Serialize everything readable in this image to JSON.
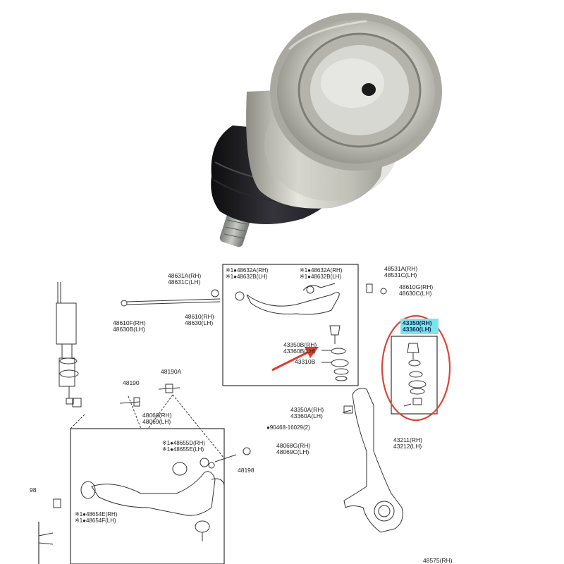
{
  "colors": {
    "highlight": "#7fe3ee",
    "circle": "#d9463a",
    "arrow": "#e23b2c",
    "line": "#333333"
  },
  "labels": {
    "l48631": [
      "48631A(RH)",
      "48631C(LH)"
    ],
    "l48632a": [
      "※1●48632A(RH)",
      "※1●48632B(LH)"
    ],
    "l48632b": [
      "※1●48632A(RH)",
      "※1●48632B(LH)"
    ],
    "l48531": [
      "48531A(RH)",
      "48531C(LH)"
    ],
    "l48610g": [
      "48610G(RH)",
      "48630C(LH)"
    ],
    "l48610f": [
      "48610F(RH)",
      "48630B(LH)"
    ],
    "l48610": [
      "48610(RH)",
      "48630(LH)"
    ],
    "l43350b": [
      "43350B(RH)",
      "43360B(LH)"
    ],
    "l43310": "43310B",
    "l43350": [
      "43350(RH)",
      "43360(LH)"
    ],
    "l48190": "48190",
    "l48190a": "48190A",
    "l48068": [
      "48068(RH)",
      "48069(LH)"
    ],
    "l43350a": [
      "43350A(RH)",
      "43360A(LH)"
    ],
    "l90468": "●90468-16029(2)",
    "l43211": [
      "43211(RH)",
      "43212(LH)"
    ],
    "l48655": [
      "※1●48655D(RH)",
      "※1●48655E(LH)"
    ],
    "l48068g": [
      "48068G(RH)",
      "48069C(LH)"
    ],
    "l48198": "48198",
    "l98": "98",
    "l48654": [
      "※1●48654E(RH)",
      "※1●48654F(LH)"
    ],
    "l48575": "48575(RH)"
  }
}
